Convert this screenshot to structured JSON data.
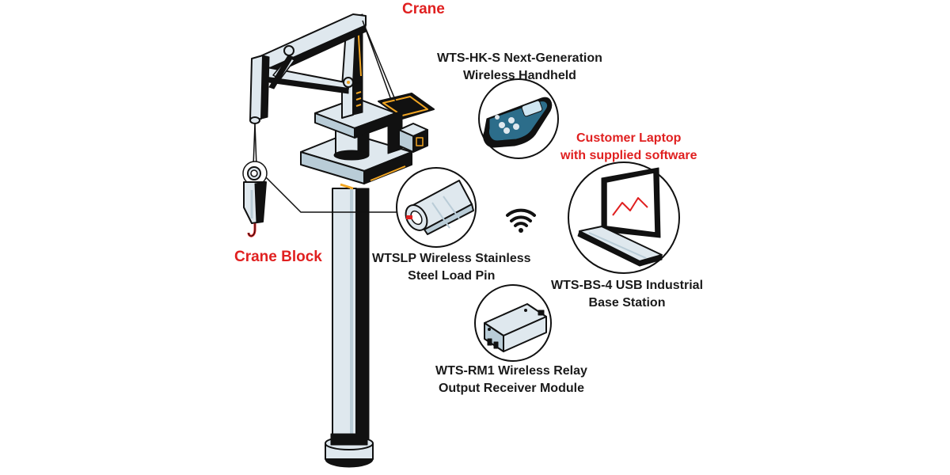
{
  "colors": {
    "accent_red": "#e02020",
    "outline": "#111111",
    "steel_light": "#dfe8ee",
    "steel_mid": "#b9ccd7",
    "highlight_orange": "#f2a623",
    "handheld_teal": "#2c6d8a"
  },
  "labels": {
    "crane": "Crane",
    "crane_block": "Crane Block",
    "handheld": {
      "line1": "WTS-HK-S Next-Generation",
      "line2": "Wireless Handheld"
    },
    "laptop": {
      "line1": "Customer Laptop",
      "line2": "with supplied software"
    },
    "load_pin": {
      "line1": "WTSLP Wireless Stainless",
      "line2": "Steel Load Pin"
    },
    "base_station": {
      "line1": "WTS-BS-4 USB Industrial",
      "line2": "Base Station"
    },
    "relay": {
      "line1": "WTS-RM1 Wireless Relay",
      "line2": "Output Receiver Module"
    }
  },
  "icons": {
    "wireless": "wifi-icon",
    "load_pin": "load-pin-icon",
    "handheld": "handheld-device-icon",
    "laptop": "laptop-icon",
    "relay": "relay-module-icon",
    "crane": "crane-illustration",
    "hook": "crane-hook-icon"
  }
}
